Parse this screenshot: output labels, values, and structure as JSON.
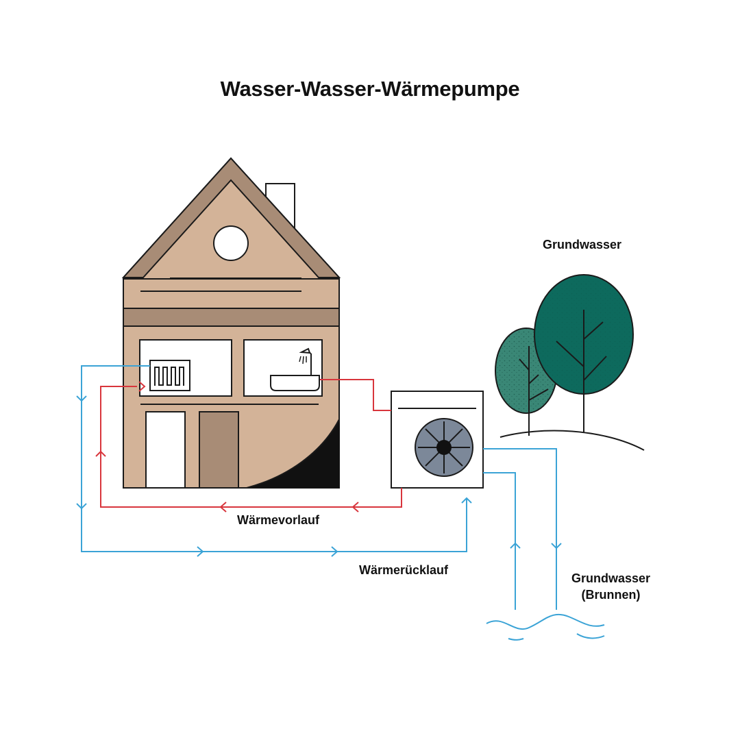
{
  "title": "Wasser-Wasser-Wärmepumpe",
  "labels": {
    "groundwater_top": "Grundwasser",
    "flow": "Wärmevorlauf",
    "return": "Wärmerücklauf",
    "groundwater_well_line1": "Grundwasser",
    "groundwater_well_line2": "(Brunnen)"
  },
  "colors": {
    "flow_line": "#d8353c",
    "return_line": "#3aa3d6",
    "house_wall": "#d3b398",
    "house_roof": "#a88c76",
    "tree_dark": "#0d6a5d",
    "tree_light": "#3a8776",
    "fan": "#7c8899",
    "outline": "#1a1a1a"
  },
  "icons": [
    "house-icon",
    "radiator-icon",
    "bathtub-icon",
    "shower-icon",
    "heat-pump-icon",
    "fan-icon",
    "tree-icon",
    "water-wave-icon"
  ]
}
